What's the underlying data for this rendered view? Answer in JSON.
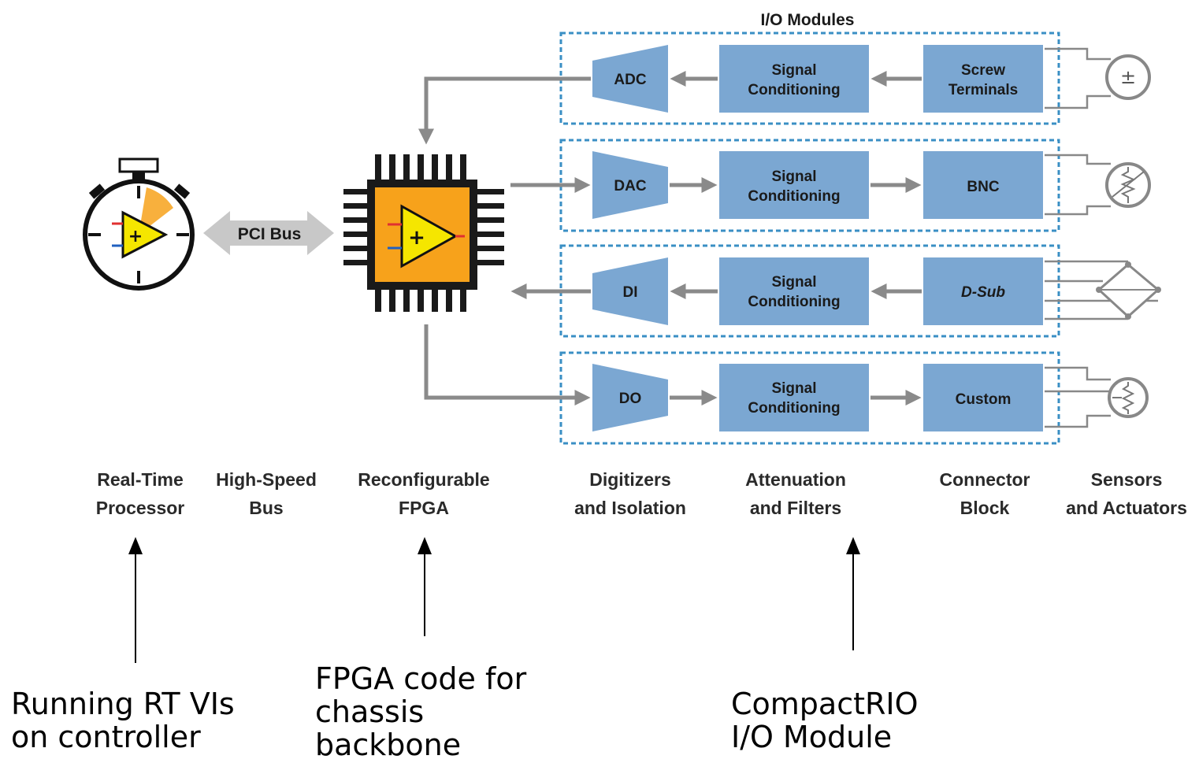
{
  "title": "I/O Modules",
  "pci_bus": "PCI Bus",
  "modules": [
    {
      "digitizer": "ADC",
      "conditioning_1": "Signal",
      "conditioning_2": "Conditioning",
      "connector_1": "Screw",
      "connector_2": "Terminals",
      "sensor": "voltage-source-icon"
    },
    {
      "digitizer": "DAC",
      "conditioning_1": "Signal",
      "conditioning_2": "Conditioning",
      "connector_1": "BNC",
      "connector_2": "",
      "sensor": "resistor-sensor-icon"
    },
    {
      "digitizer": "DI",
      "conditioning_1": "Signal",
      "conditioning_2": "Conditioning",
      "connector_1": "D-Sub",
      "connector_2": "",
      "sensor": "bridge-sensor-icon"
    },
    {
      "digitizer": "DO",
      "conditioning_1": "Signal",
      "conditioning_2": "Conditioning",
      "connector_1": "Custom",
      "connector_2": "",
      "sensor": "thermocouple-sensor-icon"
    }
  ],
  "column_labels": [
    {
      "line1": "Real-Time",
      "line2": "Processor"
    },
    {
      "line1": "High-Speed",
      "line2": "Bus"
    },
    {
      "line1": "Reconfigurable",
      "line2": "FPGA"
    },
    {
      "line1": "Digitizers",
      "line2": "and Isolation"
    },
    {
      "line1": "Attenuation",
      "line2": "and Filters"
    },
    {
      "line1": "Connector",
      "line2": "Block"
    },
    {
      "line1": "Sensors",
      "line2": "and Actuators"
    }
  ],
  "annotations": [
    {
      "line1": "Running RT VIs",
      "line2": "on controller",
      "line3": ""
    },
    {
      "line1": "FPGA code for",
      "line2": "chassis",
      "line3": "backbone"
    },
    {
      "line1": "CompactRIO",
      "line2": "I/O Module",
      "line3": ""
    }
  ],
  "colors": {
    "block": "#7ba7d2",
    "frame": "#3a8fc4",
    "fpga": "#f7a21b",
    "amplifier": "#f5e600",
    "arrow": "#8a8a8a"
  }
}
